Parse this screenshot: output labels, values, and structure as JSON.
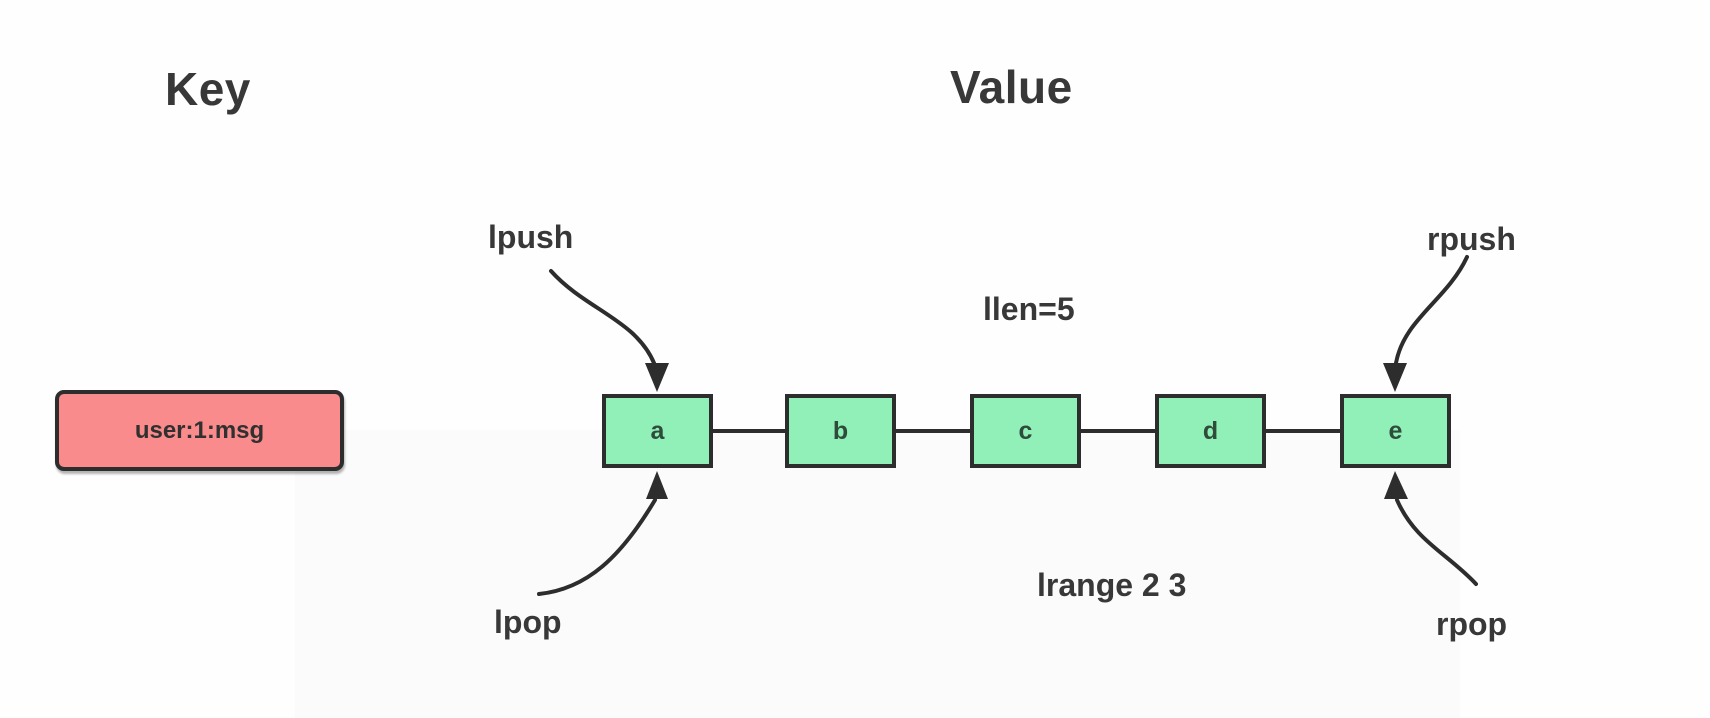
{
  "headers": {
    "key": "Key",
    "value": "Value"
  },
  "key_box": {
    "label": "user:1:msg"
  },
  "list": {
    "node_labels": [
      "a",
      "b",
      "c",
      "d",
      "e"
    ]
  },
  "operations": {
    "lpush": "lpush",
    "rpush": "rpush",
    "lpop": "lpop",
    "rpop": "rpop"
  },
  "annotations": {
    "llen": "llen=5",
    "lrange": "lrange 2 3"
  },
  "colors": {
    "key_fill": "#f98b8c",
    "node_fill": "#90f0b8",
    "stroke": "#2d2d2d",
    "text": "#383838"
  }
}
